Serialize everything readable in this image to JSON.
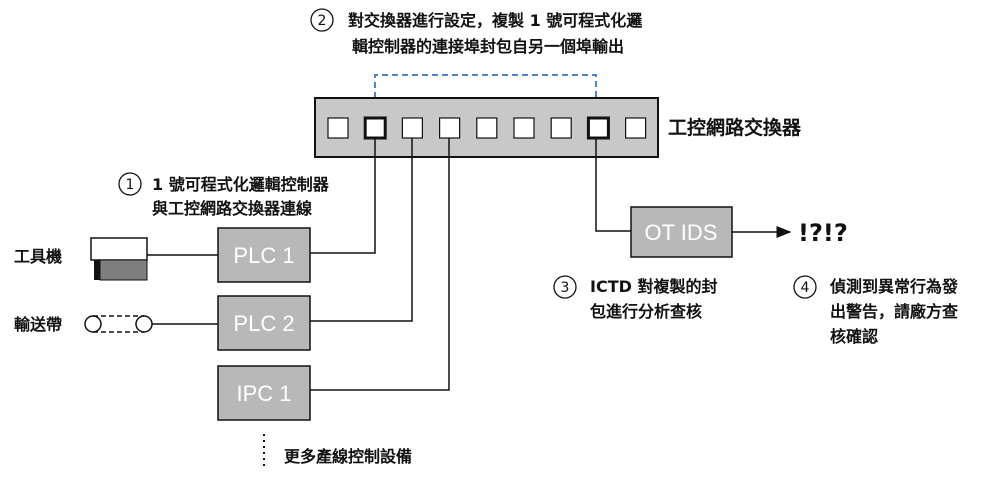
{
  "steps": {
    "step1": {
      "number": "1",
      "line1": "1 號可程式化邏輯控制器",
      "line2": "與工控網路交換器連線"
    },
    "step2": {
      "number": "2",
      "line1": "對交換器進行設定，複製 1 號可程式化邏",
      "line2": "輯控制器的連接埠封包自另一個埠輸出"
    },
    "step3": {
      "number": "3",
      "line1": "ICTD 對複製的封",
      "line2": "包進行分析查核"
    },
    "step4": {
      "number": "4",
      "line1": "偵測到異常行為發",
      "line2": "出警告，請廠方查",
      "line3": "核確認"
    }
  },
  "switch": {
    "label": "工控網路交換器",
    "port_count": 9,
    "highlighted_ports": [
      2,
      8
    ]
  },
  "devices": {
    "plc1": "PLC 1",
    "plc2": "PLC 2",
    "ipc1": "IPC 1",
    "ot_ids": "OT IDS"
  },
  "equipment": {
    "machine_tool": "工具機",
    "conveyor": "輸送帶",
    "more_devices": "更多產線控制設備"
  },
  "alert": "!?!?"
}
